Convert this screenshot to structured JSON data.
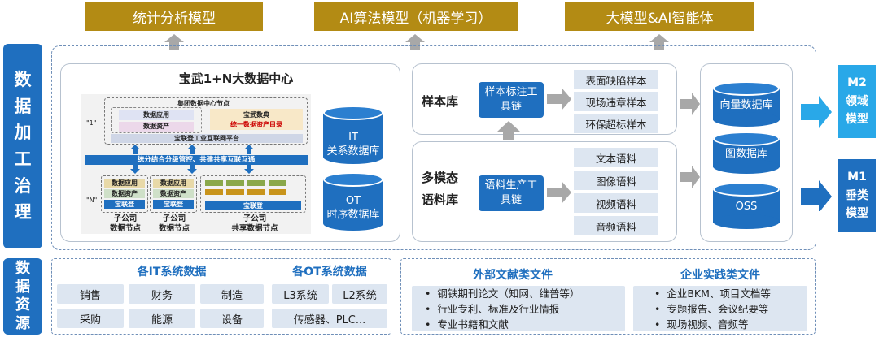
{
  "top_boxes": [
    "统计分析模型",
    "AI算法模型（机器学习）",
    "大模型&AI智能体"
  ],
  "side_process": [
    "数",
    "据",
    "加",
    "工",
    "治",
    "理"
  ],
  "side_source": [
    "数",
    "据",
    "资",
    "源"
  ],
  "center": {
    "title": "宝武1+N大数据中心",
    "group_title": "集团数据中心节点",
    "group_star": "\"1\"",
    "data_app": "数据应用",
    "data_asset": "数据资产",
    "baowu_dict1": "宝武数典",
    "baowu_dict2": "统一数据资产目录",
    "platform": "宝联登工业互联网平台",
    "banner": "统分结合分级管控、共建共享互联互通",
    "n_star": "\"N\"",
    "sub_app": "数据应用",
    "sub_asset": "数据资产",
    "sub_bld": "宝联登",
    "share_bld": "宝联登",
    "node1": [
      "子公司",
      "数据节点"
    ],
    "node2": [
      "子公司",
      "数据节点"
    ],
    "node3": [
      "子公司",
      "共享数据节点"
    ],
    "db_it": [
      "IT",
      "关系数据库"
    ],
    "db_ot": [
      "OT",
      "时序数据库"
    ]
  },
  "sample": {
    "title": "样本库",
    "tool": [
      "样本标注工",
      "具链"
    ],
    "items": [
      "表面缺陷样本",
      "现场违章样本",
      "环保超标样本"
    ]
  },
  "corpus": {
    "title": [
      "多模态",
      "语料库"
    ],
    "tool": [
      "语料生产工",
      "具链"
    ],
    "items": [
      "文本语料",
      "图像语料",
      "视频语料",
      "音频语料"
    ]
  },
  "dbs": [
    "向量数据库",
    "图数据库",
    "OSS"
  ],
  "models": {
    "m2": [
      "M2",
      "领域",
      "模型"
    ],
    "m1": [
      "M1",
      "垂类",
      "模型"
    ]
  },
  "sources": {
    "it_title": "各IT系统数据",
    "it_items": [
      "销售",
      "财务",
      "制造",
      "采购",
      "能源",
      "设备"
    ],
    "ot_title": "各OT系统数据",
    "ot_items": [
      "L3系统",
      "L2系统",
      "传感器、PLC..."
    ],
    "ext_title": "外部文献类文件",
    "ext_items": [
      "钢铁期刊论文（知网、维普等）",
      "行业专利、标准及行业情报",
      "专业书籍和文献"
    ],
    "ent_title": "企业实践类文件",
    "ent_items": [
      "企业BKM、项目文档等",
      "专题报告、会议纪要等",
      "现场视频、音频等"
    ]
  },
  "colors": {
    "gold": "#b38b14",
    "blue": "#1f6fbf",
    "light_blue": "#29a8e8",
    "light_box": "#dde6f1"
  }
}
